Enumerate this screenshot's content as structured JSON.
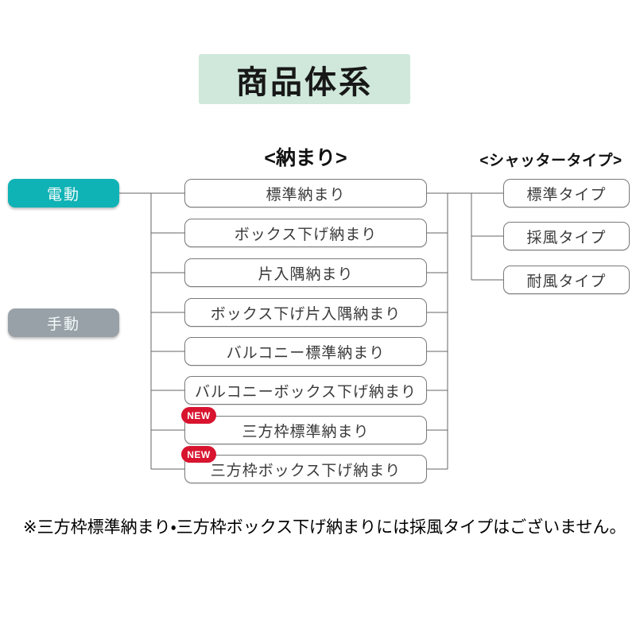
{
  "title": "商品体系",
  "columns": {
    "fitting_header": "<納まり>",
    "shutter_header": "<シャッタータイプ>"
  },
  "drive_modes": [
    {
      "label": "電動",
      "color": "#0fb2b5"
    },
    {
      "label": "手動",
      "color": "#99a1a8"
    }
  ],
  "new_badge": "NEW",
  "fittings": [
    {
      "label": "標準納まり",
      "is_new": false
    },
    {
      "label": "ボックス下げ納まり",
      "is_new": false
    },
    {
      "label": "片入隅納まり",
      "is_new": false
    },
    {
      "label": "ボックス下げ片入隅納まり",
      "is_new": false
    },
    {
      "label": "バルコニー標準納まり",
      "is_new": false
    },
    {
      "label": "バルコニーボックス下げ納まり",
      "is_new": false
    },
    {
      "label": "三方枠標準納まり",
      "is_new": true
    },
    {
      "label": "三方枠ボックス下げ納まり",
      "is_new": true
    }
  ],
  "shutter_types": [
    {
      "label": "標準タイプ"
    },
    {
      "label": "採風タイプ"
    },
    {
      "label": "耐風タイプ"
    }
  ],
  "footnote": "※三方枠標準納まり・三方枠ボックス下げ納まりには採風タイプはございません。",
  "colors": {
    "banner_bg": "#cfe8db",
    "electric_button": "#0fb2b5",
    "manual_button": "#99a1a8",
    "new_badge_bg": "#d8142f",
    "connector_line": "#666666",
    "box_border": "#7a7a7a"
  }
}
